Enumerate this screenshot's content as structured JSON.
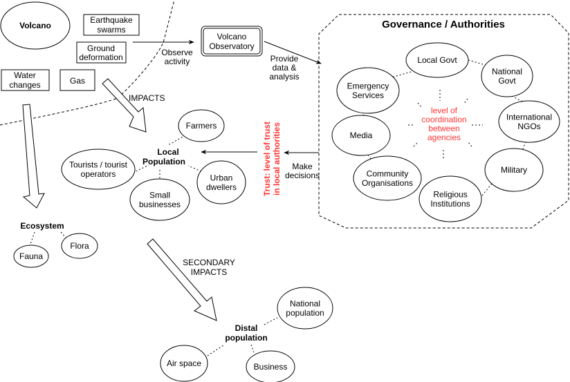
{
  "title": "Volcano impacts and governance diagram",
  "hazards": {
    "volcano": "Volcano",
    "earthquake": [
      "Earthquake",
      "swarms"
    ],
    "ground": [
      "Ground",
      "deformation"
    ],
    "water": [
      "Water",
      "changes"
    ],
    "gas": "Gas"
  },
  "observatory": [
    "Volcano",
    "Observatory"
  ],
  "edge_labels": {
    "observe": [
      "Observe",
      "activity"
    ],
    "provide": [
      "Provide",
      "data &",
      "analysis"
    ],
    "make": [
      "Make",
      "decisions"
    ],
    "impacts": "IMPACTS",
    "secondary": [
      "SECONDARY",
      "IMPACTS"
    ]
  },
  "governance": {
    "title": "Governance / Authorities",
    "agencies": [
      [
        "Local Govt"
      ],
      [
        "National",
        "Govt"
      ],
      [
        "International",
        "NGOs"
      ],
      [
        "Military"
      ],
      [
        "Religious",
        "Institutions"
      ],
      [
        "Community",
        "Organisations"
      ],
      [
        "Media"
      ],
      [
        "Emergency",
        "Services"
      ]
    ],
    "coordination": [
      "level of",
      "coordination",
      "between",
      "agencies"
    ]
  },
  "trust": [
    "Trust: level of trust",
    "in local authorities"
  ],
  "local_population": {
    "label": [
      "Local",
      "Population"
    ],
    "members": [
      [
        "Farmers"
      ],
      [
        "Tourists / tourist",
        "operators"
      ],
      [
        "Small",
        "businesses"
      ],
      [
        "Urban",
        "dwellers"
      ]
    ]
  },
  "ecosystem": {
    "label": "Ecosystem",
    "members": [
      [
        "Fauna"
      ],
      [
        "Flora"
      ]
    ]
  },
  "distal_population": {
    "label": [
      "Distal",
      "population"
    ],
    "members": [
      [
        "National",
        "population"
      ],
      [
        "Air space"
      ],
      [
        "Business"
      ]
    ]
  },
  "colors": {
    "accent": "#ff3333",
    "stroke": "#000000"
  }
}
